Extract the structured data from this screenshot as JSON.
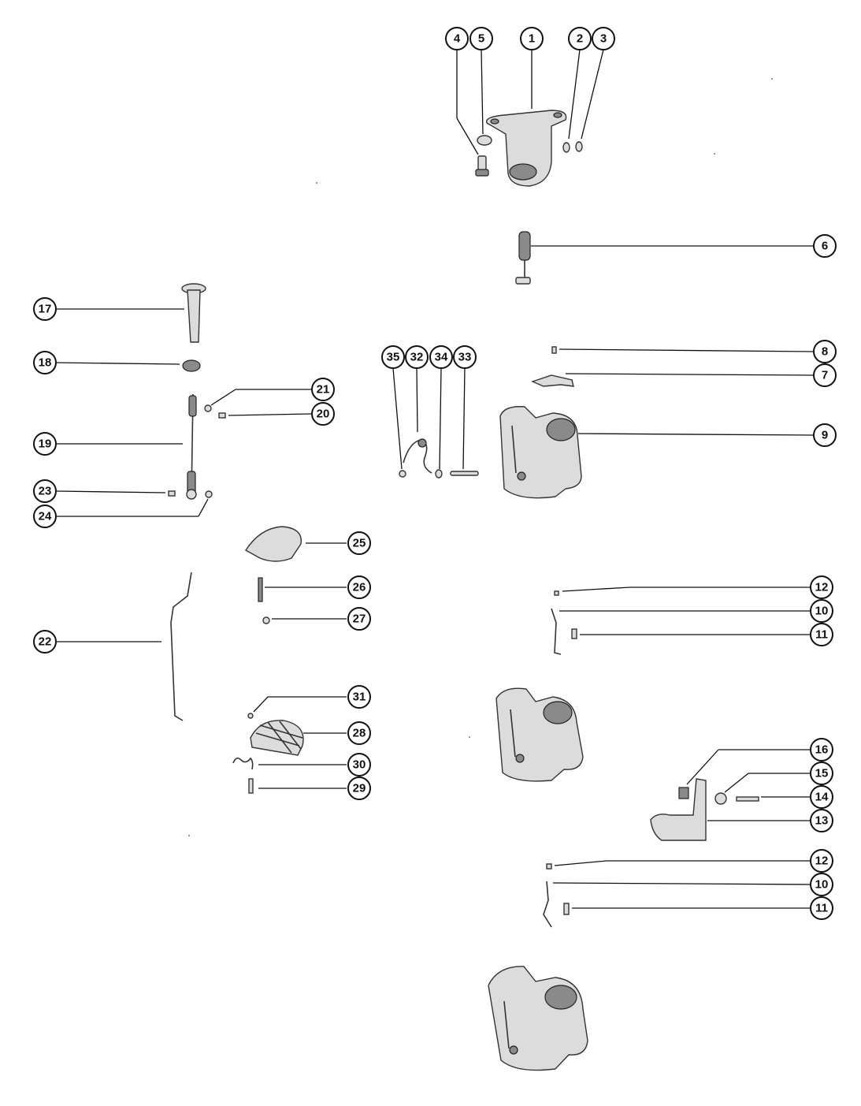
{
  "diagram": {
    "callouts": [
      {
        "id": "c1",
        "label": "1"
      },
      {
        "id": "c2",
        "label": "2"
      },
      {
        "id": "c3",
        "label": "3"
      },
      {
        "id": "c4",
        "label": "4"
      },
      {
        "id": "c5",
        "label": "5"
      },
      {
        "id": "c6",
        "label": "6"
      },
      {
        "id": "c8",
        "label": "8"
      },
      {
        "id": "c7",
        "label": "7"
      },
      {
        "id": "c9",
        "label": "9"
      },
      {
        "id": "c35",
        "label": "35"
      },
      {
        "id": "c32",
        "label": "32"
      },
      {
        "id": "c34",
        "label": "34"
      },
      {
        "id": "c33",
        "label": "33"
      },
      {
        "id": "c17",
        "label": "17"
      },
      {
        "id": "c18",
        "label": "18"
      },
      {
        "id": "c21",
        "label": "21"
      },
      {
        "id": "c20",
        "label": "20"
      },
      {
        "id": "c19",
        "label": "19"
      },
      {
        "id": "c23",
        "label": "23"
      },
      {
        "id": "c24",
        "label": "24"
      },
      {
        "id": "c25",
        "label": "25"
      },
      {
        "id": "c26",
        "label": "26"
      },
      {
        "id": "c27",
        "label": "27"
      },
      {
        "id": "c22",
        "label": "22"
      },
      {
        "id": "c31",
        "label": "31"
      },
      {
        "id": "c28",
        "label": "28"
      },
      {
        "id": "c30",
        "label": "30"
      },
      {
        "id": "c29",
        "label": "29"
      },
      {
        "id": "c12a",
        "label": "12"
      },
      {
        "id": "c10a",
        "label": "10"
      },
      {
        "id": "c11a",
        "label": "11"
      },
      {
        "id": "c16",
        "label": "16"
      },
      {
        "id": "c15",
        "label": "15"
      },
      {
        "id": "c14",
        "label": "14"
      },
      {
        "id": "c13",
        "label": "13"
      },
      {
        "id": "c12b",
        "label": "12"
      },
      {
        "id": "c10b",
        "label": "10"
      },
      {
        "id": "c11b",
        "label": "11"
      }
    ]
  }
}
